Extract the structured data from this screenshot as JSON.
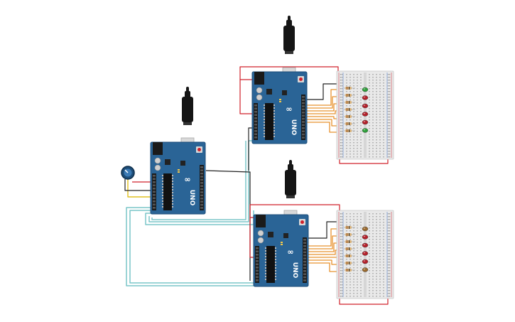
{
  "board_label": "UNO",
  "brand_mark": "∞",
  "boards": [
    {
      "id": "uno-left"
    },
    {
      "id": "uno-top"
    },
    {
      "id": "uno-bottom"
    }
  ],
  "breadboards": [
    {
      "id": "breadboard-top",
      "leds": [
        "#2e9e3a",
        "#b3202a",
        "#b3202a",
        "#b3202a",
        "#b3202a",
        "#2e9e3a"
      ]
    },
    {
      "id": "breadboard-bottom",
      "leds": [
        "#9a6a2e",
        "#b3202a",
        "#b3202a",
        "#b3202a",
        "#b3202a",
        "#9a6a2e"
      ]
    }
  ],
  "colors": {
    "board": "#2a6496",
    "board_dark": "#1d4d78",
    "wire_power": "#d0202a",
    "wire_ground": "#222222",
    "wire_serial": "#7ac6c9",
    "wire_signal": "#e8922e",
    "wire_pot": "#e0c020",
    "usb_cable": "#151515",
    "breadboard": "#e9e9e9"
  }
}
